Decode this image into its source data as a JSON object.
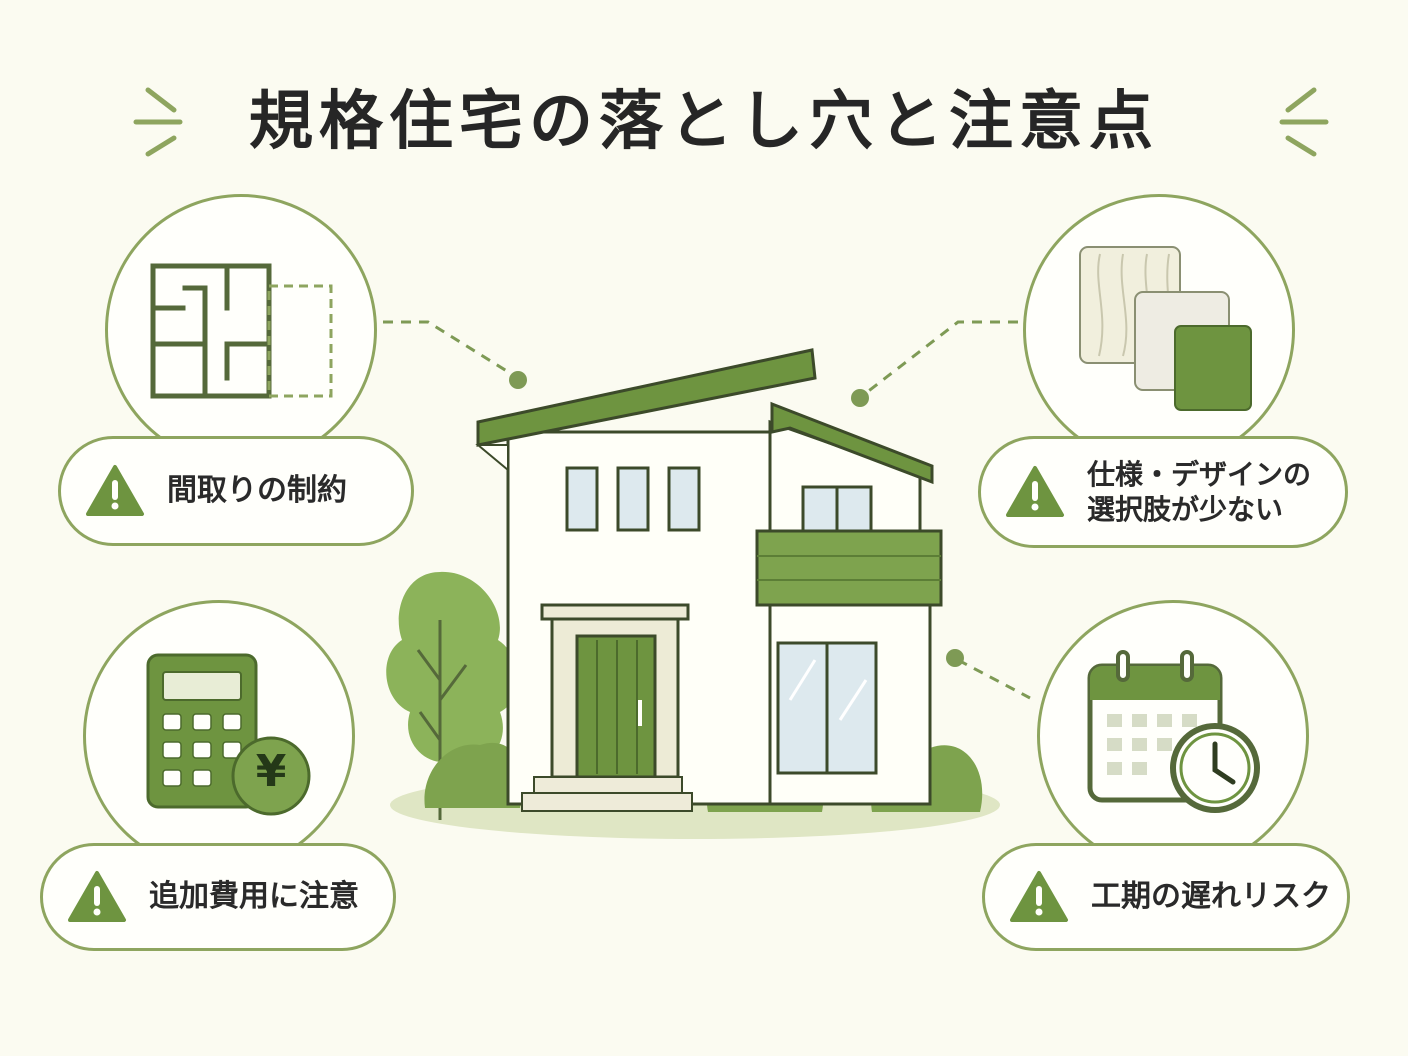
{
  "title": "規格住宅の落とし穴と注意点",
  "colors": {
    "background": "#FBFBF1",
    "accent_green": "#6E9440",
    "outline_green": "#8EA55F",
    "text": "#262626"
  },
  "items": [
    {
      "label": "間取りの制約",
      "icon": "floor-plan-icon"
    },
    {
      "label_line1": "仕様・デザインの",
      "label_line2": "選択肢が少ない",
      "icon": "material-samples-icon"
    },
    {
      "label": "追加費用に注意",
      "icon": "calculator-yen-icon"
    },
    {
      "label": "工期の遅れリスク",
      "icon": "calendar-clock-icon"
    }
  ],
  "yen_symbol": "¥",
  "warning_symbol": "!"
}
